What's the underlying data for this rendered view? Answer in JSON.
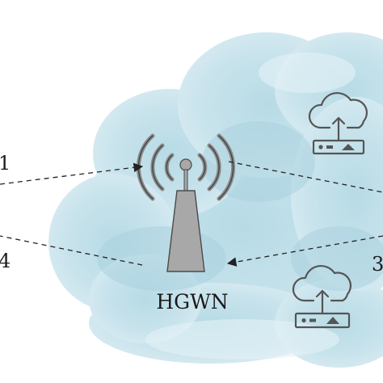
{
  "diagram": {
    "hub_label": "HGWN",
    "edge_labels": {
      "left_top": "1",
      "left_bottom": "4",
      "right_bottom": "3"
    }
  },
  "colors": {
    "cloud_light": "#d6ebf1",
    "cloud_mid": "#bcdde7",
    "cloud_dark": "#a9d2df",
    "tower_fill": "#a8a8a8",
    "tower_stroke": "#4a4a4a",
    "signal_gray": "#8a8a8a",
    "arrow": "#222222",
    "device_stroke": "#555555"
  },
  "icons": {
    "tower": "radio-tower-icon",
    "device_top": "cloud-upload-router-icon",
    "device_bottom": "cloud-upload-router-icon"
  }
}
